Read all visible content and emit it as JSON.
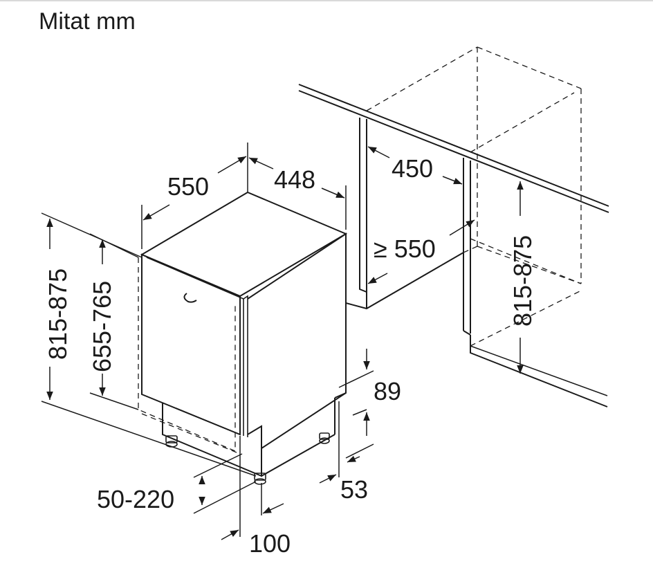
{
  "title": "Mitat mm",
  "dimensions": {
    "appliance_width": "448",
    "appliance_depth": "550",
    "height_total": "815-875",
    "height_door": "655-765",
    "plinth_gap": "50-220",
    "door_offset": "100",
    "cabinet_depth_min": "≥ 550",
    "niche_width": "450",
    "niche_height": "815-875",
    "plinth_height": "89",
    "plinth_depth": "53"
  }
}
